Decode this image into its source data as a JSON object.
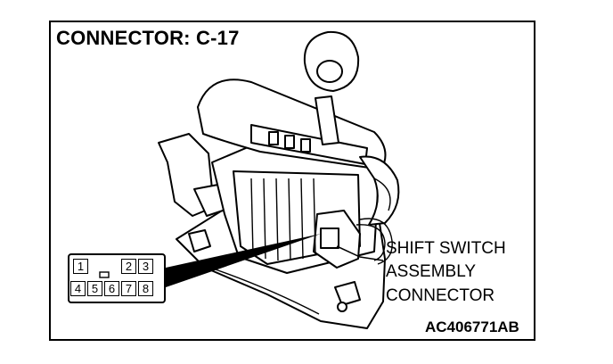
{
  "title": "CONNECTOR: C-17",
  "figure_code": "AC406771AB",
  "callout": {
    "line1": "SHIFT SWITCH",
    "line2": "ASSEMBLY",
    "line3": "CONNECTOR"
  },
  "connector_pins": {
    "top_row": [
      "1",
      "2",
      "3"
    ],
    "bottom_row": [
      "4",
      "5",
      "6",
      "7",
      "8"
    ]
  }
}
